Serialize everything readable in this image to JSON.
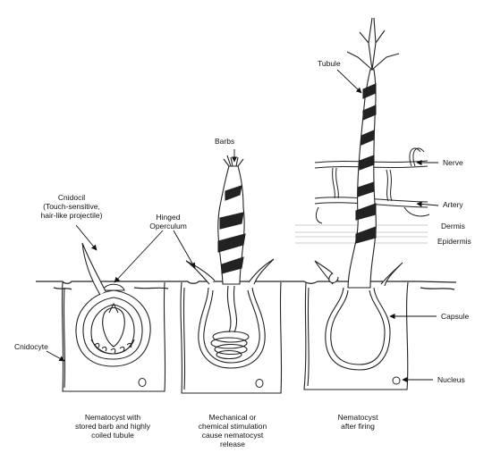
{
  "labels": {
    "tubule": "Tubule",
    "barbs": "Barbs",
    "nerve": "Nerve",
    "artery": "Artery",
    "dermis": "Dermis",
    "epidermis": "Epidermis",
    "cnidocil": "Cnidocil\n(Touch-sensitive,\nhair-like projectile)",
    "hinged_operculum": "Hinged\nOperculum",
    "capsule": "Capsule",
    "cnidocyte": "Cnidocyte",
    "nucleus": "Nucleus"
  },
  "captions": {
    "stage1": "Nematocyst with\nstored barb and highly\ncoiled tubule",
    "stage2": "Mechanical or\nchemical stimulation\ncause nematocyst\nrelease",
    "stage3": "Nematocyst\nafter firing"
  }
}
